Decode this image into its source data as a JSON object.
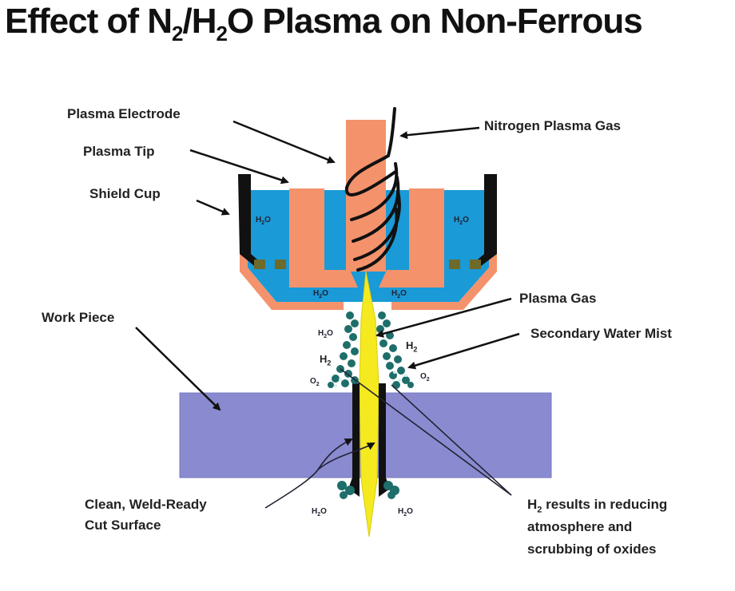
{
  "title": {
    "part1": "Effect of N",
    "sub1": "2",
    "part2": "/H",
    "sub2": "2",
    "part3": "O Plasma on Non-Ferrous"
  },
  "labels": {
    "plasma_electrode": "Plasma Electrode",
    "plasma_tip": "Plasma Tip",
    "shield_cup": "Shield Cup",
    "nitrogen_plasma_gas": "Nitrogen Plasma Gas",
    "plasma_gas": "Plasma Gas",
    "secondary_water_mist": "Secondary Water Mist",
    "work_piece": "Work Piece",
    "cut_surface_line1": "Clean,  Weld-Ready",
    "cut_surface_line2": "Cut Surface",
    "h2_note_prefix": "H",
    "h2_note_sub": "2",
    "h2_note_line1": " results in reducing",
    "h2_note_line2": "atmosphere and",
    "h2_note_line3": "scrubbing of oxides"
  },
  "chem": {
    "h2o_main": "H",
    "h2o_sub": "2",
    "h2o_end": "O",
    "h2_main": "H",
    "h2_sub": "2",
    "o2_main": "O",
    "o2_sub": "2"
  },
  "colors": {
    "copper": "#f4926c",
    "water": "#1a9ad6",
    "shield": "#111111",
    "workpiece": "#8a8ad0",
    "plasma": "#f5ea20",
    "mist": "#1e6e6a",
    "insulator": "#6e6a2a"
  }
}
